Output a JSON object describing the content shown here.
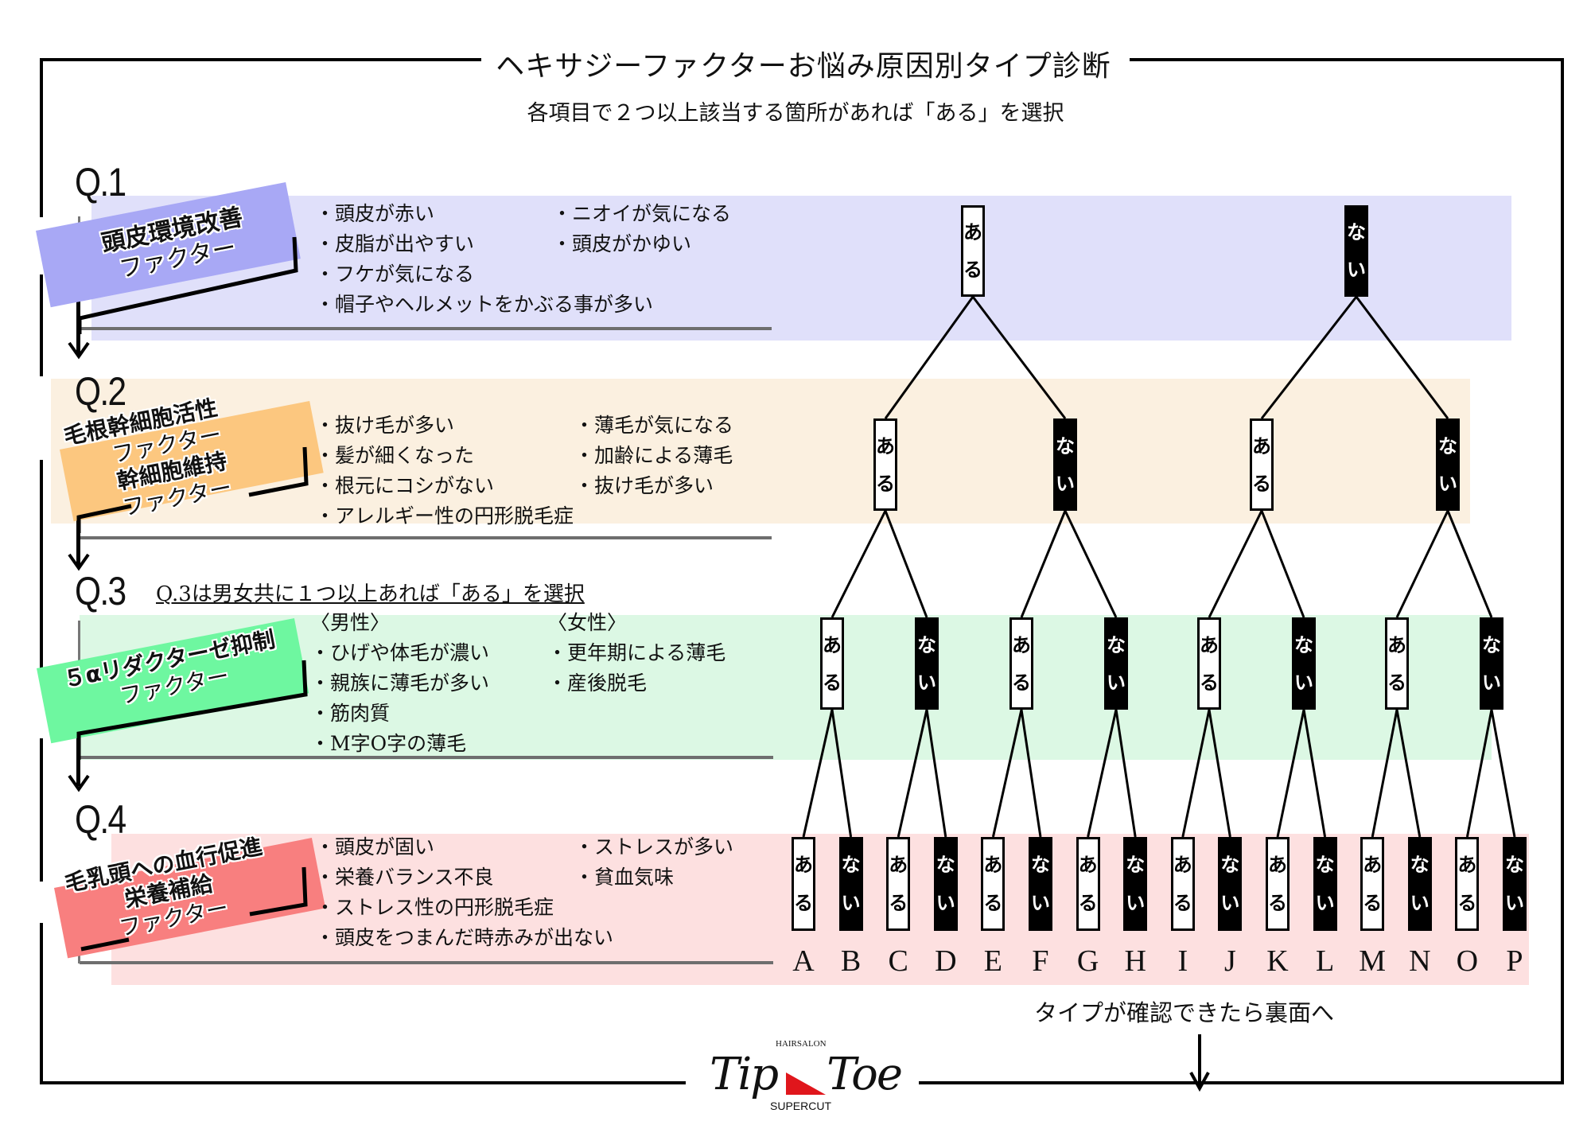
{
  "header": {
    "title": "ヘキサジーファクターお悩み原因別タイプ診断",
    "subtitle": "各項目で２つ以上該当する箇所があれば「ある」を選択"
  },
  "colors": {
    "q1_band": "#e0e0fa",
    "q1_tag": "#a8a8f5",
    "q2_band": "#fbf0e0",
    "q2_tag": "#fcc77f",
    "q3_band": "#dcf8e4",
    "q3_tag": "#6ef7a0",
    "q4_band": "#fde0e0",
    "q4_tag": "#f87f7f",
    "yes_node": "#ffffff",
    "no_node": "#000000",
    "logo_accent": "#e0161c"
  },
  "questions": [
    {
      "id": "Q.1",
      "tag_lines": [
        "頭皮環境改善",
        "ファクター"
      ],
      "note": "",
      "columns": [
        [
          "・頭皮が赤い",
          "・皮脂が出やすい",
          "・フケが気になる",
          "・帽子やヘルメットをかぶる事が多い"
        ],
        [
          "・ニオイが気になる",
          "・頭皮がかゆい"
        ]
      ]
    },
    {
      "id": "Q.2",
      "tag_lines": [
        "毛根幹細胞活性",
        "ファクター",
        "幹細胞維持",
        "ファクター"
      ],
      "note": "",
      "columns": [
        [
          "・抜け毛が多い",
          "・髪が細くなった",
          "・根元にコシがない",
          "・アレルギー性の円形脱毛症"
        ],
        [
          "・薄毛が気になる",
          "・加齢による薄毛",
          "・抜け毛が多い"
        ]
      ]
    },
    {
      "id": "Q.3",
      "tag_lines": [
        "５αリダクターゼ抑制",
        "ファクター"
      ],
      "note": "Q.3は男女共に１つ以上あれば「ある」を選択",
      "columns": [
        [
          "〈男性〉",
          "・ひげや体毛が濃い",
          "・親族に薄毛が多い",
          "・筋肉質",
          "・M字O字の薄毛"
        ],
        [
          "〈女性〉",
          "・更年期による薄毛",
          "・産後脱毛"
        ]
      ]
    },
    {
      "id": "Q.4",
      "tag_lines": [
        "毛乳頭への血行促進",
        "栄養補給",
        "ファクター"
      ],
      "note": "",
      "columns": [
        [
          "・頭皮が固い",
          "・栄養バランス不良",
          "・ストレス性の円形脱毛症",
          "・頭皮をつまんだ時赤みが出ない"
        ],
        [
          "・ストレスが多い",
          "・貧血気味"
        ]
      ]
    }
  ],
  "tree": {
    "yes_label": [
      "あ",
      "る"
    ],
    "no_label": [
      "な",
      "い"
    ],
    "levels": [
      [
        "yes",
        "no"
      ],
      [
        "yes",
        "no",
        "yes",
        "no"
      ],
      [
        "yes",
        "no",
        "yes",
        "no",
        "yes",
        "no",
        "yes",
        "no"
      ],
      [
        "yes",
        "no",
        "yes",
        "no",
        "yes",
        "no",
        "yes",
        "no",
        "yes",
        "no",
        "yes",
        "no",
        "yes",
        "no",
        "yes",
        "no"
      ]
    ],
    "result_types": [
      "A",
      "B",
      "C",
      "D",
      "E",
      "F",
      "G",
      "H",
      "I",
      "J",
      "K",
      "L",
      "M",
      "N",
      "O",
      "P"
    ]
  },
  "footer": {
    "note": "タイプが確認できたら裏面へ",
    "logo_top": "HAIRSALON",
    "logo_word1": "Tip",
    "logo_word2": "Toe",
    "logo_bottom": "SUPERCUT"
  }
}
